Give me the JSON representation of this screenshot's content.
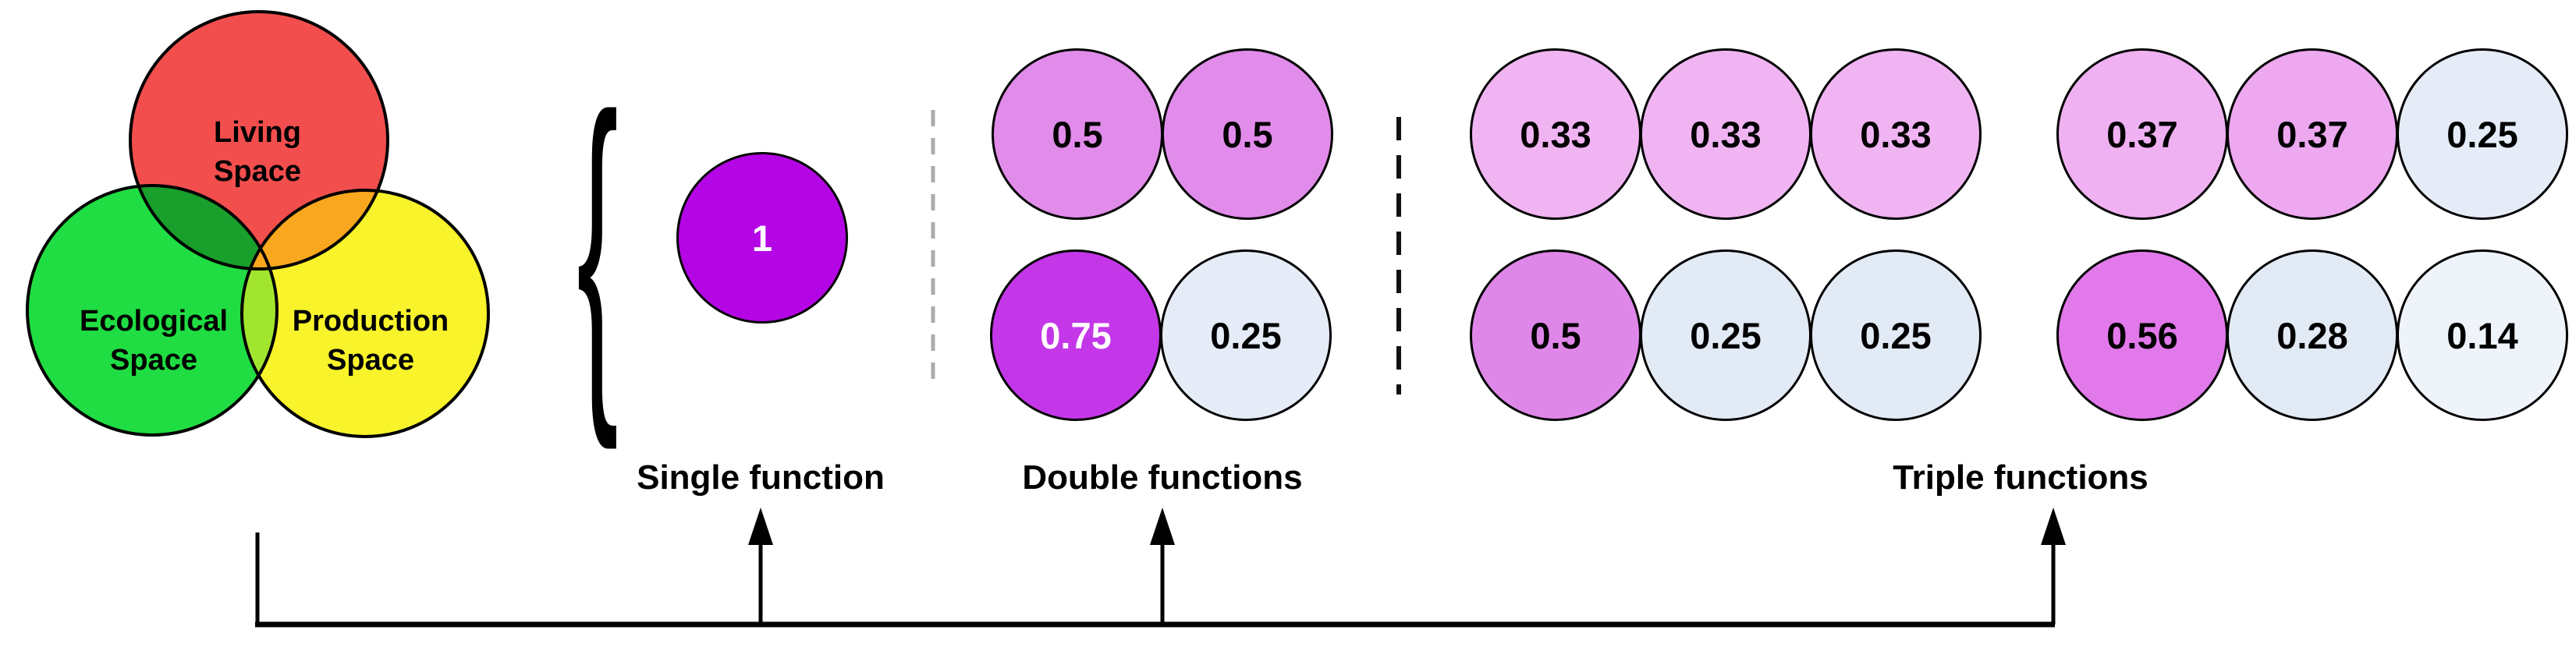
{
  "figure": {
    "venn": {
      "living": {
        "label": "Living\nSpace",
        "color": "#F34E4E"
      },
      "ecological": {
        "label": "Ecological\nSpace",
        "color": "#1FDD42"
      },
      "production": {
        "label": "Production\nSpace",
        "color": "#F8F32B"
      },
      "overlap_living_ecological": "#189F2C",
      "overlap_living_production": "#F9A71E",
      "overlap_ecological_production": "#A2E52F",
      "outline": "#000000"
    },
    "brace_glyph": "{",
    "divider_gray_color": "#ABABAB",
    "divider_black_color": "#111111",
    "sections": {
      "single": {
        "label": "Single function",
        "circle": {
          "value": "1",
          "bg": "#B405E5",
          "fg": "#FFFFFF"
        }
      },
      "double": {
        "label": "Double functions",
        "row1": [
          {
            "value": "0.5",
            "bg": "#E18CEA",
            "fg": "#000000"
          },
          {
            "value": "0.5",
            "bg": "#E18CEA",
            "fg": "#000000"
          }
        ],
        "row2": [
          {
            "value": "0.75",
            "bg": "#C437E9",
            "fg": "#FFFFFF"
          },
          {
            "value": "0.25",
            "bg": "#E5ECF7",
            "fg": "#000000"
          }
        ]
      },
      "triple": {
        "label": "Triple functions",
        "group1": {
          "row1": [
            {
              "value": "0.33",
              "bg": "#F0B4F2",
              "fg": "#000000"
            },
            {
              "value": "0.33",
              "bg": "#F0B4F2",
              "fg": "#000000"
            },
            {
              "value": "0.33",
              "bg": "#F0B4F2",
              "fg": "#000000"
            }
          ],
          "row2": [
            {
              "value": "0.5",
              "bg": "#DF87E9",
              "fg": "#000000"
            },
            {
              "value": "0.25",
              "bg": "#E2EAF5",
              "fg": "#000000"
            },
            {
              "value": "0.25",
              "bg": "#E2EAF5",
              "fg": "#000000"
            }
          ]
        },
        "group2": {
          "row1": [
            {
              "value": "0.37",
              "bg": "#F0B1F2",
              "fg": "#000000"
            },
            {
              "value": "0.37",
              "bg": "#EDA8F0",
              "fg": "#000000"
            },
            {
              "value": "0.25",
              "bg": "#E5ECF7",
              "fg": "#000000"
            }
          ],
          "row2": [
            {
              "value": "0.56",
              "bg": "#E279EB",
              "fg": "#000000"
            },
            {
              "value": "0.28",
              "bg": "#E2EAF5",
              "fg": "#000000"
            },
            {
              "value": "0.14",
              "bg": "#EFF4FA",
              "fg": "#000000"
            }
          ]
        }
      }
    }
  }
}
